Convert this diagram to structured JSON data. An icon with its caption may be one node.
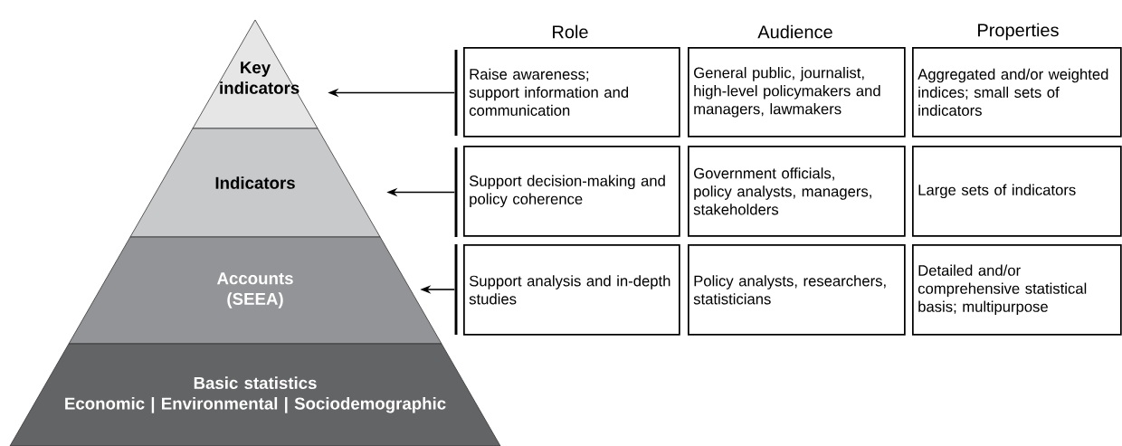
{
  "diagram": {
    "nodes": [
      {
        "text": [
          "Key indicators"
        ]
      },
      {
        "text": [
          "Indicators"
        ]
      },
      {
        "text": [
          "Accounts",
          "(SEEA)"
        ]
      },
      {
        "text": [
          "Basic statistics",
          "Economic | Environmental | Sociodemographic"
        ]
      },
      {
        "text": [],
        "shape": "bar"
      },
      {
        "text": [],
        "shape": "bar"
      },
      {
        "text": [],
        "shape": "bar"
      },
      {
        "text": [
          "Raise awareness; support information and communication"
        ]
      },
      {
        "text": [
          "General public, journalist, high-level policymakers and managers, lawmakers"
        ]
      },
      {
        "text": [
          "Aggregated and/or weighted indices; small sets of indicators"
        ]
      },
      {
        "text": [
          "Support decision-making and policy coherence"
        ]
      },
      {
        "text": [
          "Government officials, policy analysts, managers, stakeholders"
        ]
      },
      {
        "text": [
          "Large sets of indicators"
        ]
      },
      {
        "text": [
          "Support analysis and in-depth studies"
        ]
      },
      {
        "text": [
          "Policy analysts, researchers, statisticians"
        ]
      },
      {
        "text": [
          "Detailed and/or comprehensive statistical basis; multipurpose"
        ]
      }
    ],
    "edges": [
      {
        "from": 4,
        "to": 0,
        "arrow": "to"
      },
      {
        "from": 5,
        "to": 1,
        "arrow": "to"
      },
      {
        "from": 6,
        "to": 2,
        "arrow": "to"
      }
    ],
    "labels": [
      "Role",
      "Audience",
      "Properties"
    ]
  }
}
